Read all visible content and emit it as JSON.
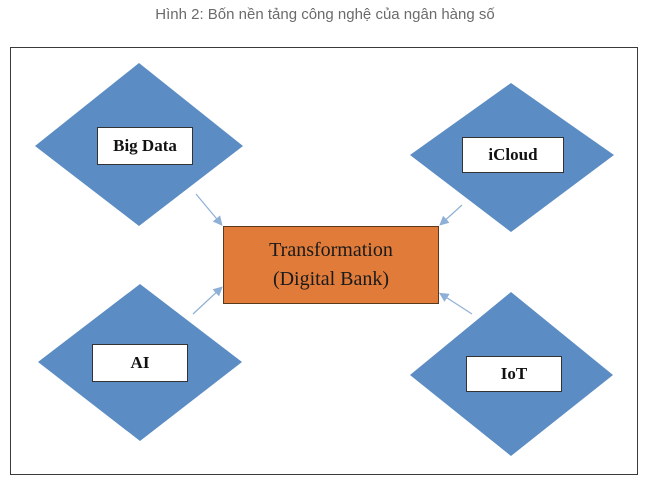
{
  "caption": "Hình 2: Bốn nền tảng công nghệ của ngân hàng số",
  "center": {
    "line1": "Transformation",
    "line2": "(Digital Bank)"
  },
  "nodes": {
    "big_data": "Big Data",
    "icloud": "iCloud",
    "ai": "AI",
    "iot": "IoT"
  },
  "colors": {
    "diamond_fill": "#5b8cc4",
    "center_fill": "#e07b39",
    "arrow": "#8fb0d6"
  }
}
